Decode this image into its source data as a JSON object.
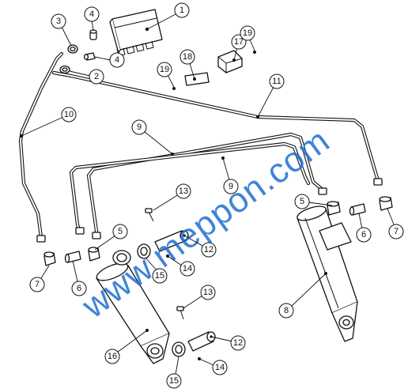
{
  "watermark": {
    "text": "www.meppon.com",
    "color": "#1f6fd1"
  },
  "callouts": [
    {
      "id": "c1",
      "label": "1"
    },
    {
      "id": "c2",
      "label": "2"
    },
    {
      "id": "c3",
      "label": "3"
    },
    {
      "id": "c4a",
      "label": "4"
    },
    {
      "id": "c4b",
      "label": "4"
    },
    {
      "id": "c5a",
      "label": "5"
    },
    {
      "id": "c5b",
      "label": "5"
    },
    {
      "id": "c6a",
      "label": "6"
    },
    {
      "id": "c6b",
      "label": "6"
    },
    {
      "id": "c7a",
      "label": "7"
    },
    {
      "id": "c7b",
      "label": "7"
    },
    {
      "id": "c8",
      "label": "8"
    },
    {
      "id": "c9a",
      "label": "9"
    },
    {
      "id": "c9b",
      "label": "9"
    },
    {
      "id": "c10",
      "label": "10"
    },
    {
      "id": "c11",
      "label": "11"
    },
    {
      "id": "c12a",
      "label": "12"
    },
    {
      "id": "c12b",
      "label": "12"
    },
    {
      "id": "c13a",
      "label": "13"
    },
    {
      "id": "c13b",
      "label": "13"
    },
    {
      "id": "c14a",
      "label": "14"
    },
    {
      "id": "c14b",
      "label": "14"
    },
    {
      "id": "c15a",
      "label": "15"
    },
    {
      "id": "c15b",
      "label": "15"
    },
    {
      "id": "c16",
      "label": "16"
    },
    {
      "id": "c17",
      "label": "17"
    },
    {
      "id": "c18",
      "label": "18"
    },
    {
      "id": "c19a",
      "label": "19"
    },
    {
      "id": "c19b",
      "label": "19"
    }
  ]
}
